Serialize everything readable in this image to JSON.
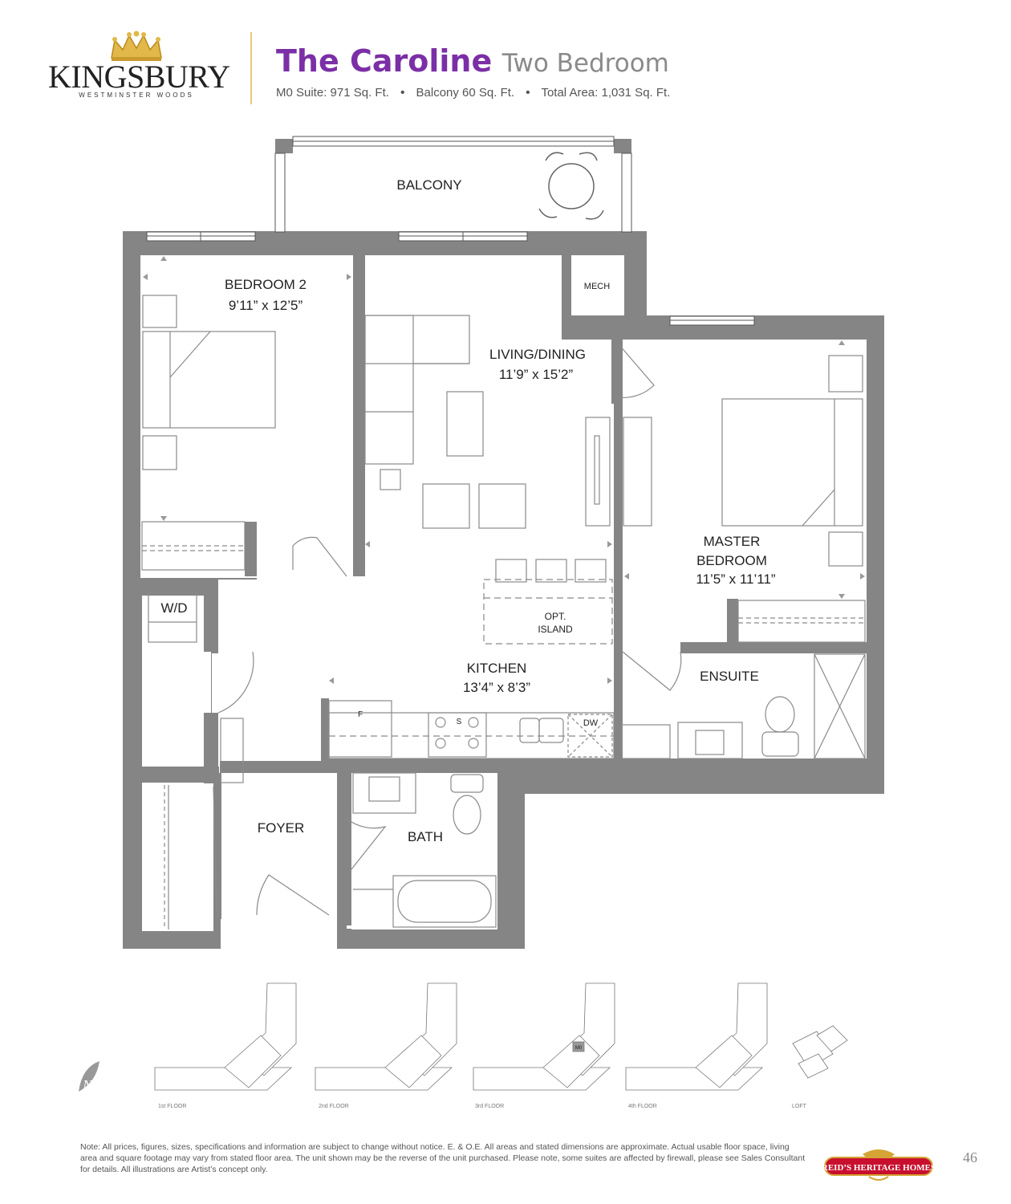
{
  "brand": {
    "name": "KINGSBURY",
    "subtitle": "WESTMINSTER WOODS",
    "colors": {
      "accent_purple": "#7b2fa6",
      "gold": "#e7c77a",
      "wall_gray": "#858585",
      "badge_red": "#c8102e"
    }
  },
  "header": {
    "title": "The Caroline",
    "subtitle": "Two Bedroom",
    "specs": [
      "M0 Suite: 971 Sq. Ft.",
      "Balcony  60 Sq. Ft.",
      "Total Area:  1,031 Sq. Ft."
    ],
    "separator": "•"
  },
  "rooms": {
    "balcony": "BALCONY",
    "bedroom2": {
      "name": "BEDROOM 2",
      "dims": "9’11” x 12’5”"
    },
    "mech": "MECH",
    "living": {
      "name": "LIVING/DINING",
      "dims": "11’9” x 15’2”"
    },
    "master": {
      "name_line1": "MASTER",
      "name_line2": "BEDROOM",
      "dims": "11’5” x 11’11”"
    },
    "wd": "W/D",
    "island": {
      "line1": "OPT.",
      "line2": "ISLAND"
    },
    "kitchen": {
      "name": "KITCHEN",
      "dims": "13’4” x 8’3”"
    },
    "ensuite": "ENSUITE",
    "fridge": "F",
    "stove": "S",
    "dishwasher": "DW",
    "foyer": "FOYER",
    "bath": "BATH"
  },
  "key_plans": {
    "floors": [
      "1st FLOOR",
      "2nd FLOOR",
      "3rd FLOOR",
      "4th FLOOR",
      "LOFT"
    ],
    "highlight": "M0"
  },
  "icons": [
    "crown-icon",
    "north-arrow-icon",
    "reids-heritage-homes-logo"
  ],
  "footer": {
    "note": "Note: All prices, figures, sizes, specifications and information are subject to change without notice. E. & O.E. All areas and stated dimensions are approximate. Actual usable floor space, living area and square footage may vary from stated floor area. The unit shown may be the reverse of the unit purchased. Please note, some suites are affected by firewall, please see Sales Consultant for details. All illustrations are Artist’s concept only.",
    "builder": "REID’S HERITAGE HOMES",
    "page": "46"
  }
}
